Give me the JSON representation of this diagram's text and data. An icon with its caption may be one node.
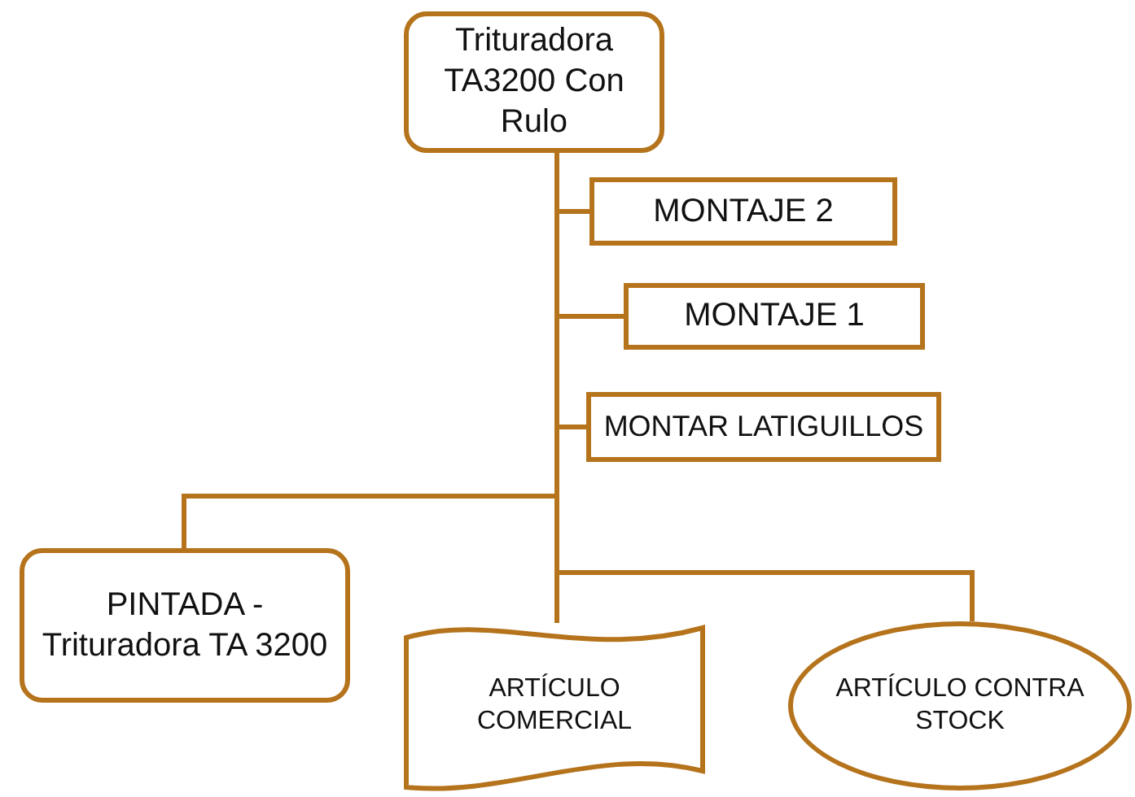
{
  "diagram": {
    "nodes": [
      {
        "text": [
          "Trituradora TA3200 Con Rulo"
        ]
      },
      {
        "text": [
          "MONTAJE 2"
        ]
      },
      {
        "text": [
          "MONTAJE 1"
        ]
      },
      {
        "text": [
          "MONTAR LATIGUILLOS"
        ]
      },
      {
        "text": [
          "PINTADA - Trituradora TA 3200"
        ]
      },
      {
        "text": [
          "ARTÍCULO COMERCIAL"
        ]
      },
      {
        "text": [
          "ARTÍCULO CONTRA STOCK"
        ]
      }
    ],
    "edges": [
      {
        "from": 0,
        "to": 1,
        "arrow": "none"
      },
      {
        "from": 0,
        "to": 2,
        "arrow": "none"
      },
      {
        "from": 0,
        "to": 3,
        "arrow": "none"
      },
      {
        "from": 0,
        "to": 4,
        "arrow": "none"
      },
      {
        "from": 0,
        "to": 5,
        "arrow": "none"
      },
      {
        "from": 0,
        "to": 6,
        "arrow": "none"
      }
    ]
  }
}
